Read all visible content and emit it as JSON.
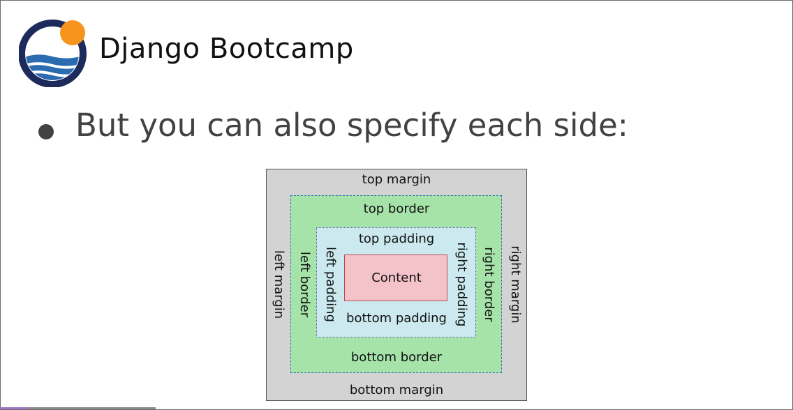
{
  "header": {
    "title": "Django Bootcamp"
  },
  "logo": {
    "icon": "django-bootcamp-logo-icon",
    "colors": {
      "ring": "#1d2a5c",
      "sun": "#f7941d",
      "water": "#2b6cb0"
    }
  },
  "content": {
    "bullet": "But you can also specify each side:"
  },
  "diagram": {
    "top_margin": "top margin",
    "top_border": "top border",
    "top_padding": "top padding",
    "content": "Content",
    "bottom_padding": "bottom padding",
    "bottom_border": "bottom border",
    "bottom_margin": "bottom margin",
    "left_margin": "left margin",
    "left_border": "left border",
    "left_padding": "left padding",
    "right_padding": "right padding",
    "right_border": "right border",
    "right_margin": "right margin",
    "colors": {
      "margin": "#d3d3d3",
      "border": "#a6e3a9",
      "padding": "#cbe9ef",
      "content": "#f4c2c9"
    }
  }
}
